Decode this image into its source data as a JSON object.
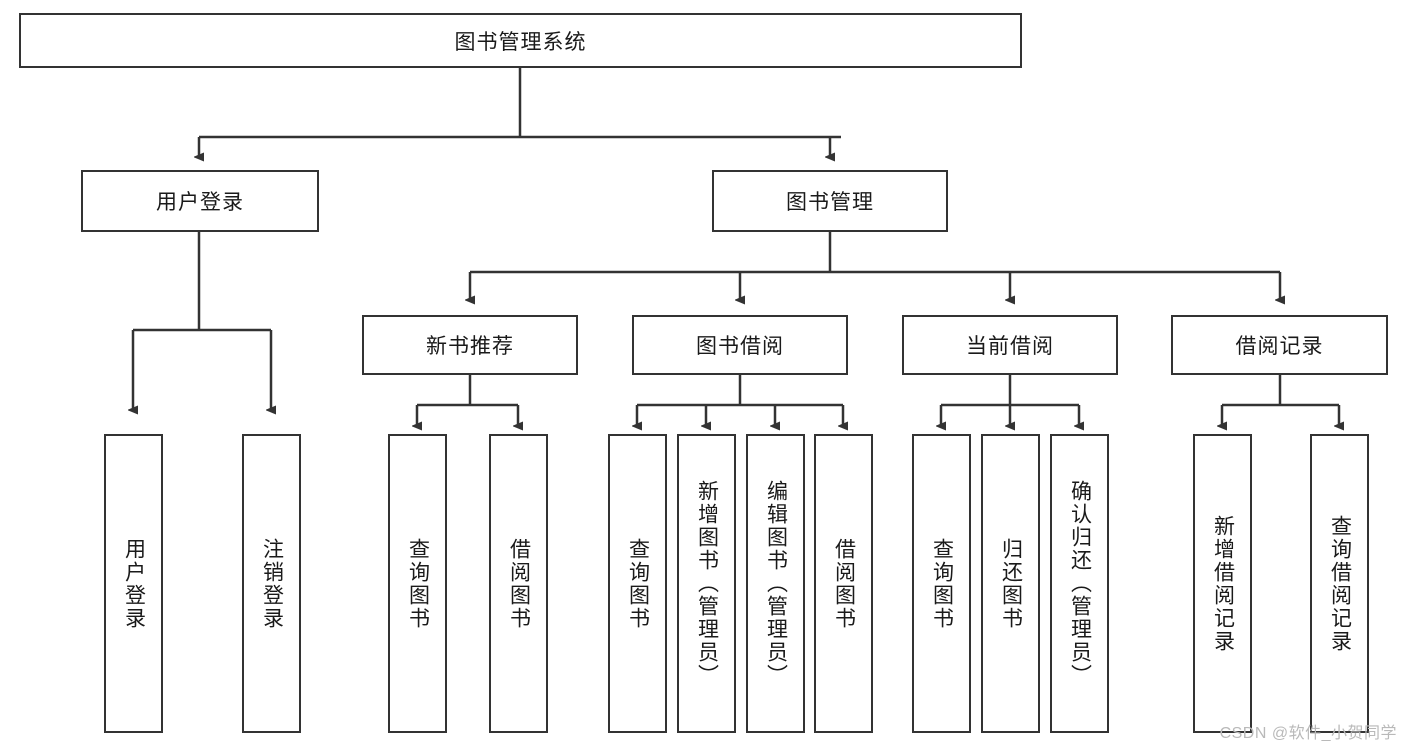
{
  "diagram": {
    "title": "图书管理系统",
    "watermark": "CSDN @软件_小贺同学",
    "edge_color": "#333333",
    "box_border_color": "#333333",
    "background_color": "#ffffff",
    "text_color": "#1a1a1a",
    "levels": {
      "root": {
        "label": "图书管理系统"
      },
      "level2": [
        {
          "id": "user-login",
          "label": "用户登录"
        },
        {
          "id": "book-management",
          "label": "图书管理"
        }
      ],
      "level3": [
        {
          "id": "new-book-recommend",
          "label": "新书推荐"
        },
        {
          "id": "book-borrow",
          "label": "图书借阅"
        },
        {
          "id": "current-borrow",
          "label": "当前借阅"
        },
        {
          "id": "borrow-record",
          "label": "借阅记录"
        }
      ],
      "leaves": {
        "user-login": [
          {
            "id": "leaf-user-login",
            "label": "用户登录"
          },
          {
            "id": "leaf-logout-login",
            "label": "注销登录"
          }
        ],
        "new-book-recommend": [
          {
            "id": "leaf-query-book-1",
            "label": "查询图书"
          },
          {
            "id": "leaf-borrow-book-1",
            "label": "借阅图书"
          }
        ],
        "book-borrow": [
          {
            "id": "leaf-query-book-2",
            "label": "查询图书"
          },
          {
            "id": "leaf-add-book",
            "label": "新增图书（管理员）"
          },
          {
            "id": "leaf-edit-book",
            "label": "编辑图书（管理员）"
          },
          {
            "id": "leaf-borrow-book-2",
            "label": "借阅图书"
          }
        ],
        "current-borrow": [
          {
            "id": "leaf-query-book-3",
            "label": "查询图书"
          },
          {
            "id": "leaf-return-book",
            "label": "归还图书"
          },
          {
            "id": "leaf-confirm-return",
            "label": "确认归还（管理员）"
          }
        ],
        "borrow-record": [
          {
            "id": "leaf-add-record",
            "label": "新增借阅记录"
          },
          {
            "id": "leaf-query-record",
            "label": "查询借阅记录"
          }
        ]
      }
    }
  }
}
